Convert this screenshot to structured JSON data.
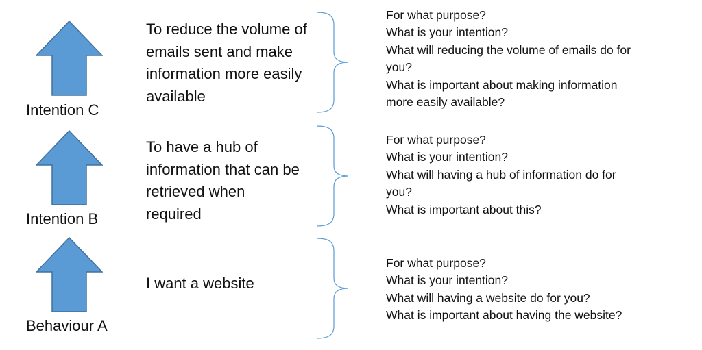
{
  "colors": {
    "arrow_fill": "#5b9bd5",
    "arrow_stroke": "#41719c",
    "brace_stroke": "#5b9bd5",
    "text": "#111111"
  },
  "levels": [
    {
      "label": "Intention C",
      "arrow_icon": "up-arrow-icon",
      "statement_lines": [
        "To reduce the volume of",
        "emails sent and make",
        "information more easily",
        "available"
      ],
      "questions": [
        "For what purpose?",
        "What is your intention?",
        "What will reducing the volume of emails do for",
        "you?",
        "What is important about making information",
        "more easily available?"
      ]
    },
    {
      "label": "Intention B",
      "arrow_icon": "up-arrow-icon",
      "statement_lines": [
        "To have a hub of",
        "information that can be",
        "retrieved when",
        "required"
      ],
      "questions": [
        "For what purpose?",
        "What is your intention?",
        "What will having a hub of information do for",
        "you?",
        "What is important about this?"
      ]
    },
    {
      "label": "Behaviour A",
      "arrow_icon": "up-arrow-icon",
      "statement_lines": [
        "I want a website"
      ],
      "questions": [
        "For what purpose?",
        "What is your intention?",
        "What will having a website do for you?",
        "What is important about having the website?"
      ]
    }
  ]
}
